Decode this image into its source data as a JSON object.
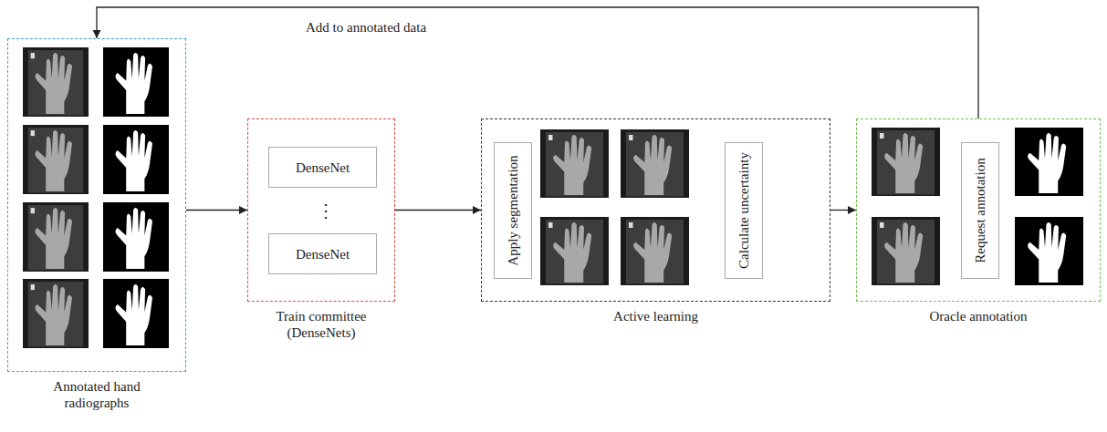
{
  "diagram": {
    "nodes": [
      {
        "text": [
          "Annotated hand radiographs"
        ]
      },
      {
        "text": [
          "Train committee (DenseNets)"
        ]
      },
      {
        "text": [
          "DenseNet"
        ],
        "in": 1
      },
      {
        "text": [
          "DenseNet"
        ],
        "in": 1
      },
      {
        "text": [
          "Active learning"
        ]
      },
      {
        "text": [
          "Apply segmentation"
        ],
        "in": 4
      },
      {
        "text": [
          "Calculate uncertainty"
        ],
        "in": 4
      },
      {
        "text": [
          "Oracle annotation"
        ]
      },
      {
        "text": [
          "Request annotation"
        ],
        "in": 7
      }
    ],
    "edges": [
      {
        "from": 0,
        "to": 1,
        "arrow": "to"
      },
      {
        "from": 1,
        "to": 4,
        "arrow": "to"
      },
      {
        "from": 4,
        "to": 7,
        "arrow": "to"
      },
      {
        "from": 7,
        "to": 0,
        "label": "Add to annotated data",
        "arrow": "to"
      }
    ],
    "labels": [
      "⋮"
    ]
  }
}
